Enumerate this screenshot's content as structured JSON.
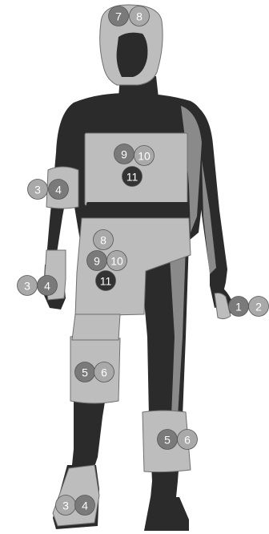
{
  "colors": {
    "body_dark": "#2b2b2b",
    "body_mid": "#8a8a8a",
    "patch": "#bdbdbd",
    "patch_outline": "#6f6f6f",
    "outline": "#1a1a1a",
    "marker_light": "#a9a9a9",
    "marker_mid": "#7a7a7a",
    "marker_dark": "#333333",
    "marker_text": "#ffffff"
  },
  "regions": [
    {
      "name": "head",
      "markers": [
        {
          "label": "7",
          "shade": "mid"
        },
        {
          "label": "8",
          "shade": "light"
        }
      ]
    },
    {
      "name": "torso",
      "markers": [
        {
          "label": "9",
          "shade": "mid"
        },
        {
          "label": "10",
          "shade": "light"
        },
        {
          "label": "11",
          "shade": "dark"
        }
      ]
    },
    {
      "name": "upper-arm",
      "markers": [
        {
          "label": "3",
          "shade": "light"
        },
        {
          "label": "4",
          "shade": "mid"
        }
      ]
    },
    {
      "name": "pelvis",
      "markers": [
        {
          "label": "8",
          "shade": "light"
        },
        {
          "label": "9",
          "shade": "mid"
        },
        {
          "label": "10",
          "shade": "light"
        },
        {
          "label": "11",
          "shade": "dark"
        }
      ]
    },
    {
      "name": "forearm",
      "markers": [
        {
          "label": "3",
          "shade": "light"
        },
        {
          "label": "4",
          "shade": "mid"
        }
      ]
    },
    {
      "name": "hand",
      "markers": [
        {
          "label": "1",
          "shade": "mid"
        },
        {
          "label": "2",
          "shade": "light"
        }
      ]
    },
    {
      "name": "knee",
      "markers": [
        {
          "label": "5",
          "shade": "mid"
        },
        {
          "label": "6",
          "shade": "light"
        }
      ]
    },
    {
      "name": "shin",
      "markers": [
        {
          "label": "5",
          "shade": "mid"
        },
        {
          "label": "6",
          "shade": "light"
        }
      ]
    },
    {
      "name": "foot",
      "markers": [
        {
          "label": "3",
          "shade": "light"
        },
        {
          "label": "4",
          "shade": "mid"
        }
      ]
    }
  ]
}
